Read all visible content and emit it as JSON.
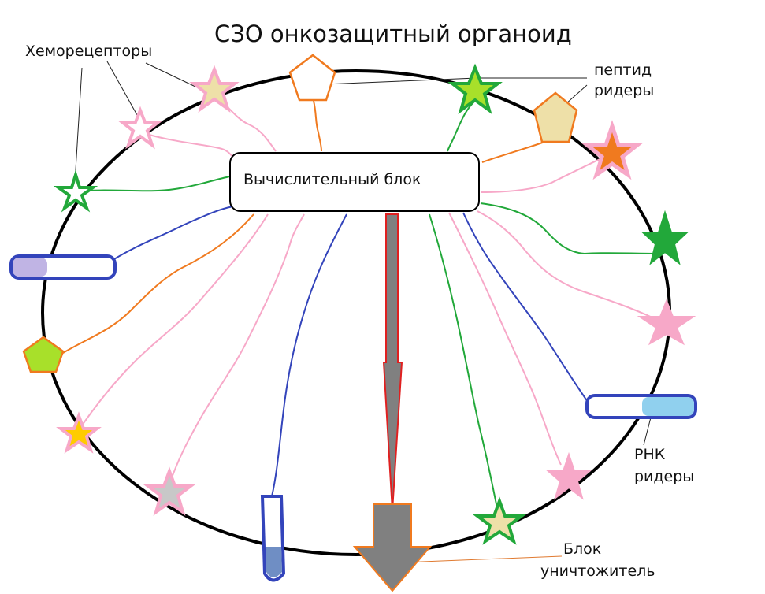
{
  "title": "СЗО  онкозащитный органоид",
  "labels": {
    "chemoreceptors": "Хеморецепторы",
    "peptide_line1": "пептид",
    "peptide_line2": "ридеры",
    "rna_line1": "РНК",
    "rna_line2": "ридеры",
    "destroyer_line1": "Блок",
    "destroyer_line2": "уничтожитель",
    "compute_block": "Вычислительный блок"
  },
  "colors": {
    "outline": "#000000",
    "pink": "#f7a8c8",
    "green": "#22a83a",
    "blue": "#3344bb",
    "orange": "#f07a1f",
    "red": "#e02020",
    "gray": "#808080",
    "beige": "#eee0a8",
    "lime": "#a8e02a",
    "gold": "#ffcc00",
    "light_blue": "#90d0ee",
    "lavender": "#c0b4e4",
    "silver": "#c8c8c8"
  }
}
